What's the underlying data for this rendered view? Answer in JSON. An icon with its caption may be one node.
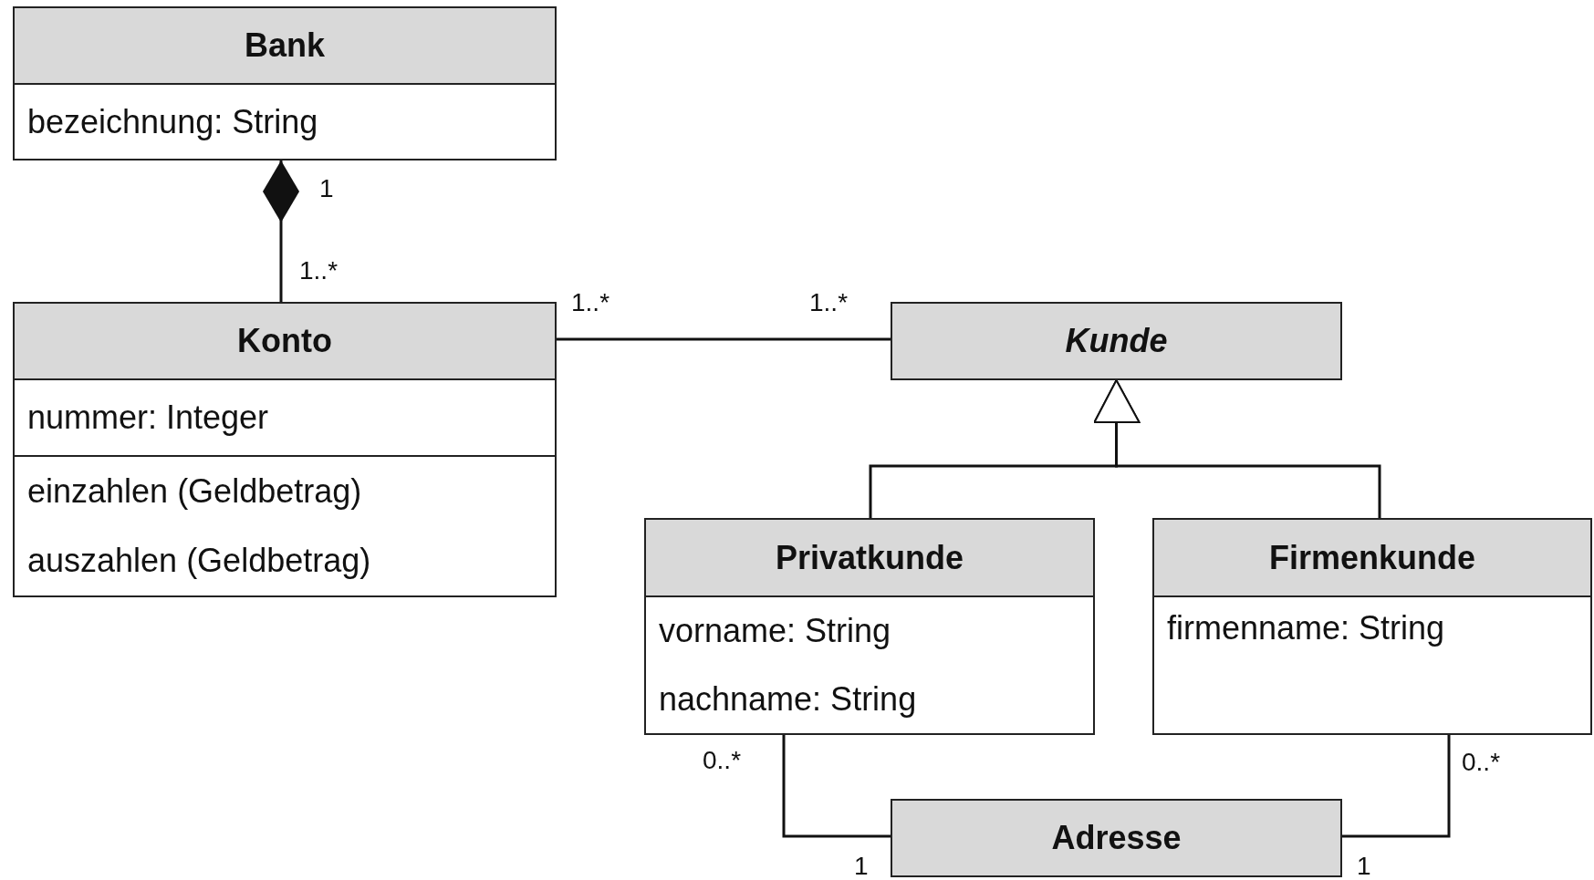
{
  "diagram": {
    "nodes": [
      {
        "text": [
          "Bank",
          "bezeichnung: String"
        ]
      },
      {
        "text": [
          "Konto",
          "nummer: Integer",
          "einzahlen (Geldbetrag)",
          "auszahlen (Geldbetrag)"
        ]
      },
      {
        "text": [
          "Kunde"
        ]
      },
      {
        "text": [
          "Privatkunde",
          "vorname: String",
          "nachname: String"
        ]
      },
      {
        "text": [
          "Firmenkunde",
          "firmenname: String"
        ]
      },
      {
        "text": [
          "Adresse"
        ]
      }
    ],
    "edges": [
      {
        "from": 0,
        "to": 1,
        "arrow": "other"
      },
      {
        "from": 1,
        "to": 2,
        "arrow": "none"
      },
      {
        "from": 3,
        "to": 2,
        "arrow": "to"
      },
      {
        "from": 4,
        "to": 2,
        "arrow": "to"
      },
      {
        "from": 3,
        "to": 5,
        "arrow": "none"
      },
      {
        "from": 4,
        "to": 5,
        "arrow": "none"
      }
    ],
    "labels": [
      "1",
      "1..*",
      "1..*",
      "1..*",
      "0..*",
      "0..*",
      "1",
      "1"
    ]
  }
}
